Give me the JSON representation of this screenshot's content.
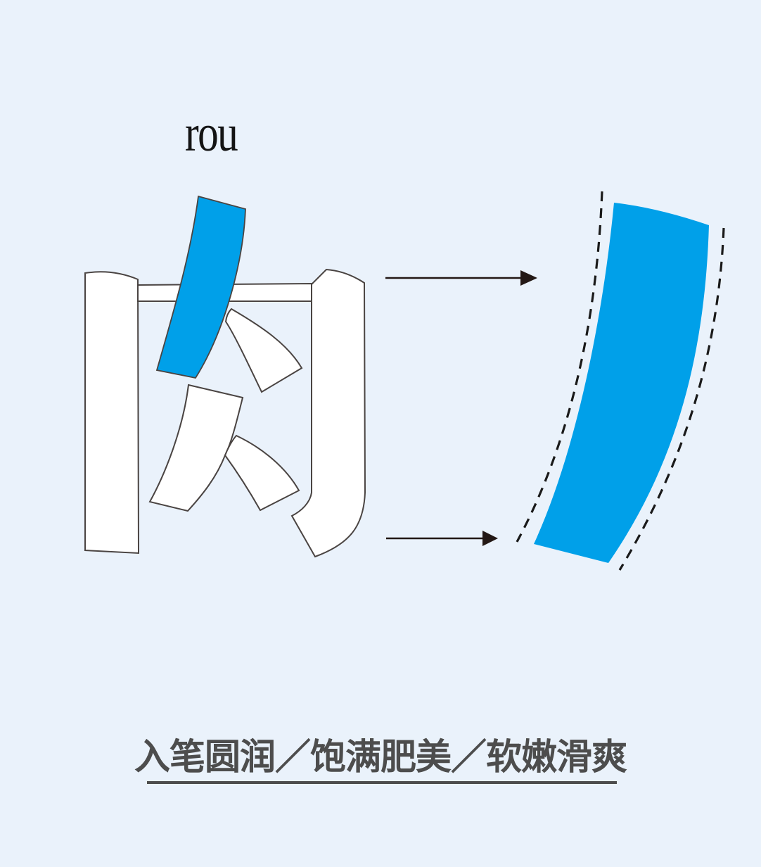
{
  "colors": {
    "background": "#EAF2FB",
    "accent": "#00A0E9",
    "stroke_fill": "#FFFFFF",
    "outline": "#4A4442",
    "arrow": "#231815",
    "guide": "#1A1A1A",
    "pinyin_color": "#141414",
    "caption_color": "#4D4D4D"
  },
  "pinyin": {
    "text": "rou"
  },
  "character": {
    "glyph": "肉"
  },
  "caption": {
    "text": "入笔圆润／饱满肥美／软嫩滑爽"
  }
}
